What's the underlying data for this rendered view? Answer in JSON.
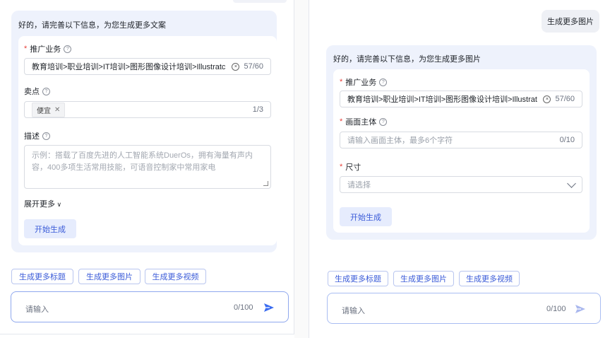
{
  "left": {
    "message": "好的，请完善以下信息，为您生成更多文案",
    "form": {
      "industry_label": "推广业务",
      "industry_value": "教育培训>职业培训>IT培训>图形图像设计培训>Illustratc",
      "industry_count": "57/60",
      "selling_label": "卖点",
      "selling_tag": "便宜",
      "selling_count": "1/3",
      "desc_label": "描述",
      "desc_placeholder": "示例：搭载了百度先进的人工智能系统DuerOs，拥有海量有声内容，400多项生活常用技能，可语音控制家中常用家电",
      "expand_label": "展开更多",
      "start_button": "开始生成"
    },
    "chips": [
      "生成更多标题",
      "生成更多图片",
      "生成更多视频"
    ],
    "input": {
      "placeholder": "请输入",
      "count": "0/100"
    }
  },
  "right": {
    "user_message": "生成更多图片",
    "message": "好的，请完善以下信息，为您生成更多图片",
    "form": {
      "industry_label": "推广业务",
      "industry_value": "教育培训>职业培训>IT培训>图形图像设计培训>Illustratc",
      "industry_count": "57/60",
      "subject_label": "画面主体",
      "subject_placeholder": "请输入画面主体，最多6个字符",
      "subject_count": "0/10",
      "size_label": "尺寸",
      "size_placeholder": "请选择",
      "start_button": "开始生成"
    },
    "chips": [
      "生成更多标题",
      "生成更多图片",
      "生成更多视频"
    ],
    "input": {
      "placeholder": "请输入",
      "count": "0/100"
    }
  },
  "colors": {
    "accent": "#3a5bd8",
    "card_bg": "#eef2fc",
    "required": "#e8403a",
    "send_active": "#3a6cf0",
    "send_inactive": "#aab8ee"
  }
}
